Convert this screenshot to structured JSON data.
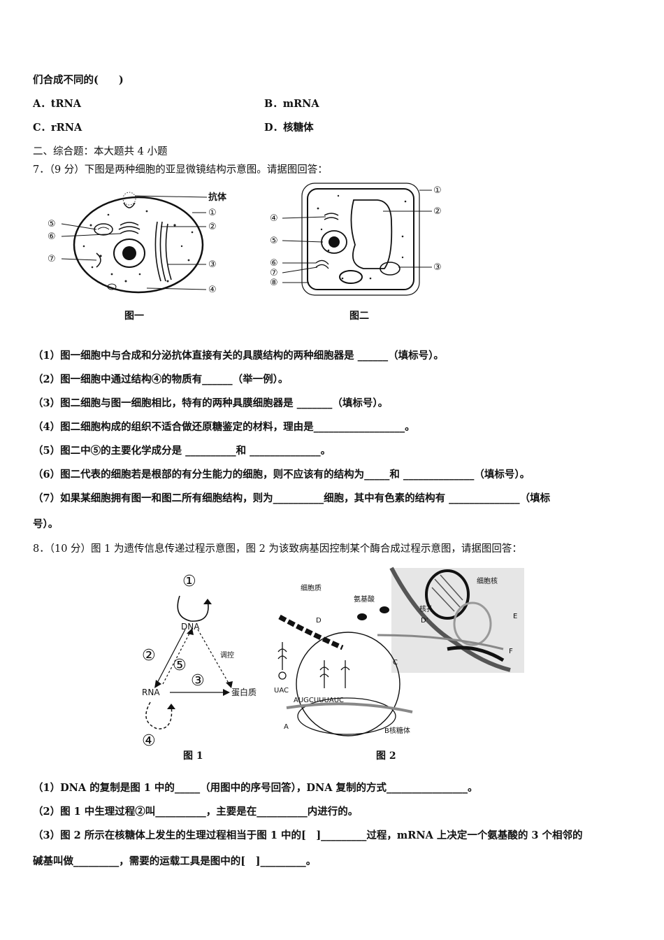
{
  "q6": {
    "tail": "们合成不同的(　　)",
    "optA": "A．tRNA",
    "optB": "B．mRNA",
    "optC": "C．rRNA",
    "optD": "D．核糖体"
  },
  "section2": "二、综合题：本大题共 4 小题",
  "q7": {
    "stem": "7．（9 分）下图是两种细胞的亚显微镜结构示意图。请据图回答：",
    "fig1_caption": "图一",
    "fig2_caption": "图二",
    "fig1_label_antibody": "抗体",
    "fig1_markers": [
      "①",
      "②",
      "③",
      "④",
      "⑤",
      "⑥",
      "⑦"
    ],
    "fig2_markers": [
      "①",
      "②",
      "③",
      "④",
      "⑤",
      "⑥",
      "⑦",
      "⑧"
    ],
    "items": [
      "（1）图一细胞中与合成和分泌抗体直接有关的具膜结构的两种细胞器是 ______（填标号）。",
      "（2）图一细胞中通过结构④的物质有______（举一例）。",
      "（3）图二细胞与图一细胞相比，特有的两种具膜细胞器是 _______（填标号）。",
      "（4）图二细胞构成的组织不适合做还原糖鉴定的材料，理由是__________________。",
      "（5）图二中⑤的主要化学成分是 __________和 ______________。",
      "（6）图二代表的细胞若是根部的有分生能力的细胞，则不应该有的结构为_____和 ______________（填标号）。",
      "（7）如果某细胞拥有图一和图二所有细胞结构，则为__________细胞，其中有色素的结构有 ______________（填标",
      "号）。"
    ]
  },
  "q8": {
    "stem": "8．（10 分）图 1 为遗传信息传递过程示意图，图 2 为该致病基因控制某个酶合成过程示意图，请据图回答：",
    "fig1_caption": "图 1",
    "fig2_caption": "图 2",
    "fig1_labels": {
      "n1": "①",
      "n2": "②",
      "n3": "③",
      "n4": "④",
      "n5": "⑤",
      "dna": "DNA",
      "rna": "RNA",
      "protein": "蛋白质",
      "regulate": "调控"
    },
    "fig2_labels": {
      "cytoplasm": "细胞质",
      "amino_acid": "氨基酸",
      "nucleus": "细胞核",
      "nuclear_pore": "核孔",
      "D": "D",
      "D2": "D'",
      "E": "E",
      "F": "F",
      "C": "C",
      "uac": "UAC",
      "ribosome": "B核糖体",
      "seq": "AUGCUUUAUC",
      "A": "A"
    },
    "items": [
      "（1）DNA 的复制是图 1 中的_____（用图中的序号回答），DNA 复制的方式________________。",
      "（2）图 1 中生理过程②叫__________，主要是在__________内进行的。",
      "（3）图 2 所示在核糖体上发生的生理过程相当于图 1 中的[　]_________过程，mRNA 上决定一个氨基酸的 3 个相邻的",
      "碱基叫做_________，需要的运载工具是图中的[　]_________。"
    ]
  }
}
